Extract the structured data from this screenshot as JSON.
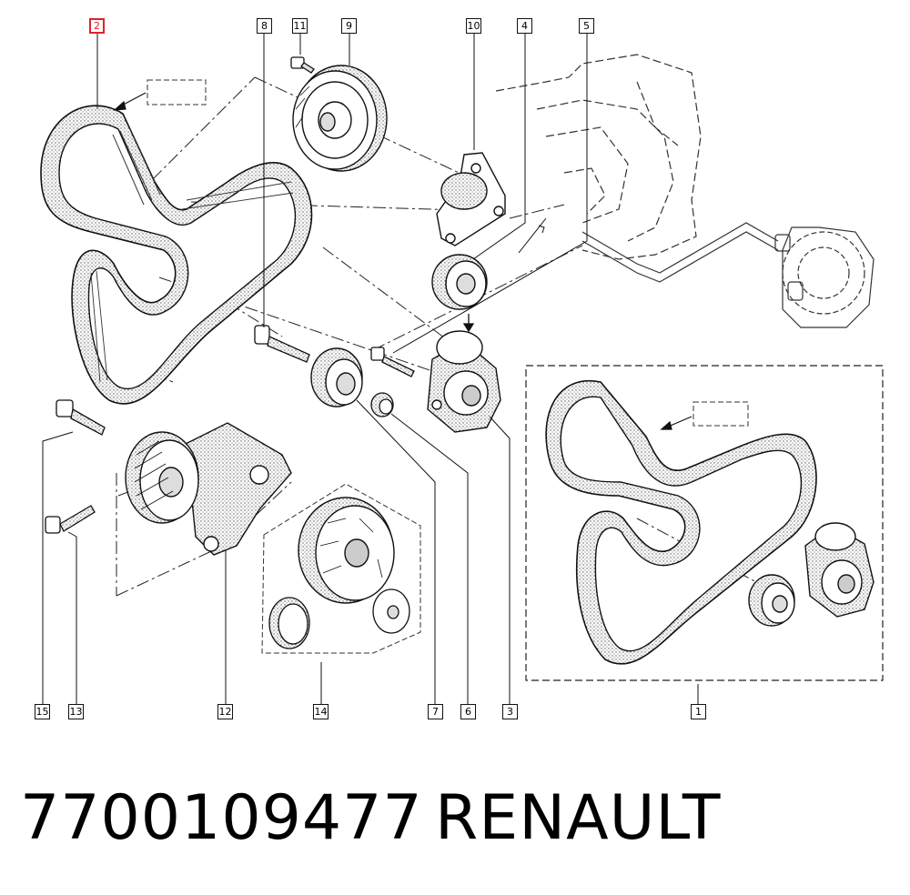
{
  "callouts": {
    "c1": "1",
    "c2": "2",
    "c3": "3",
    "c4": "4",
    "c5": "5",
    "c6": "6",
    "c7": "7",
    "c8": "8",
    "c9": "9",
    "c10": "10",
    "c11": "11",
    "c12": "12",
    "c13": "13",
    "c14": "14",
    "c15": "15"
  },
  "highlight_color": "#e0212c",
  "caption": {
    "part_number": "7700109477",
    "brand": "RENAULT"
  }
}
